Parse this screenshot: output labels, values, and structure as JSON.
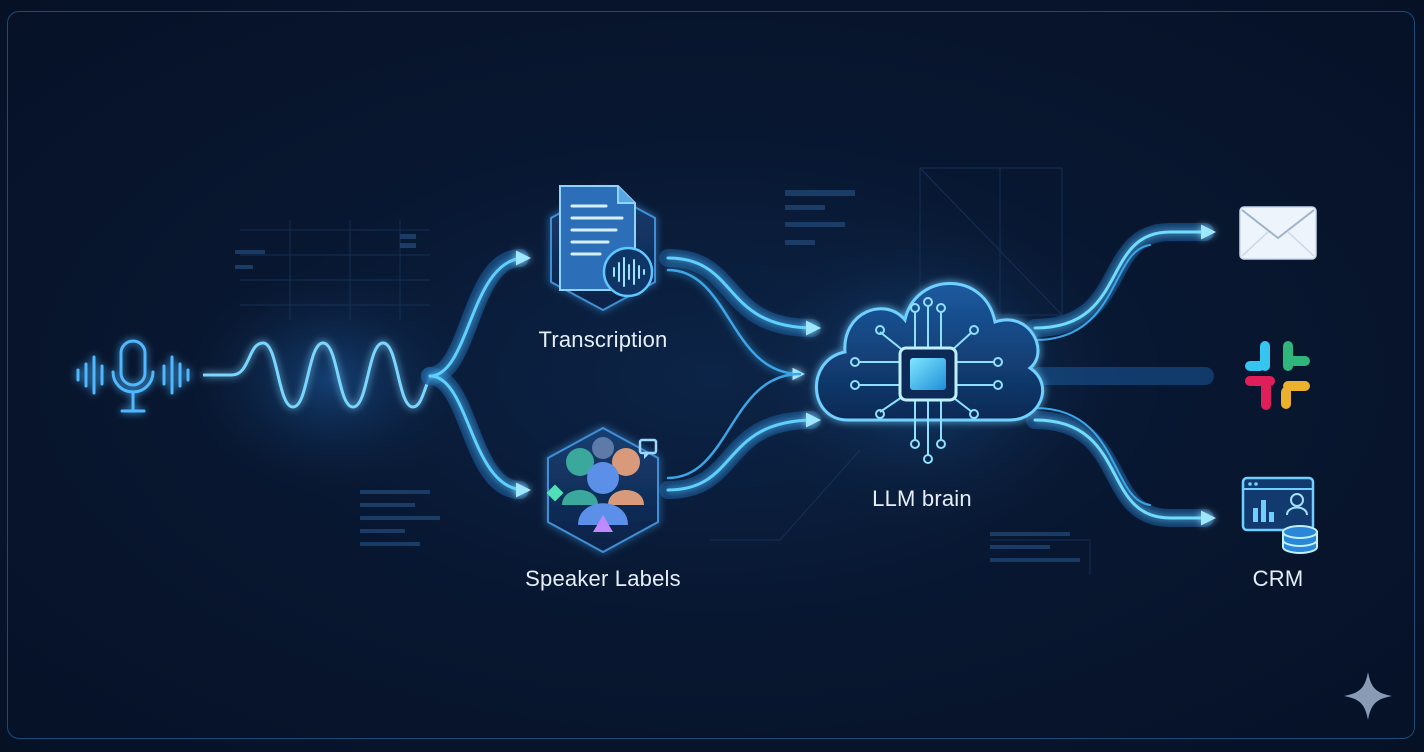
{
  "nodes": {
    "transcription": {
      "label": "Transcription"
    },
    "speaker_labels": {
      "label": "Speaker Labels"
    },
    "llm": {
      "label": "LLM brain"
    },
    "crm": {
      "label": "CRM"
    }
  },
  "icons": {
    "microphone": "microphone-icon",
    "waveform": "sound-wave-icon",
    "document": "document-audio-icon",
    "people": "people-group-icon",
    "llm": "cloud-chip-icon",
    "email": "envelope-icon",
    "slack": "slack-icon",
    "crm": "crm-dashboard-database-icon",
    "sparkle": "sparkle-icon"
  },
  "colors": {
    "background": "#07142a",
    "flow": "#4fc3ff",
    "flow_core": "#bff0ff",
    "frame": "#1e4a78",
    "label": "#e6eefa"
  }
}
